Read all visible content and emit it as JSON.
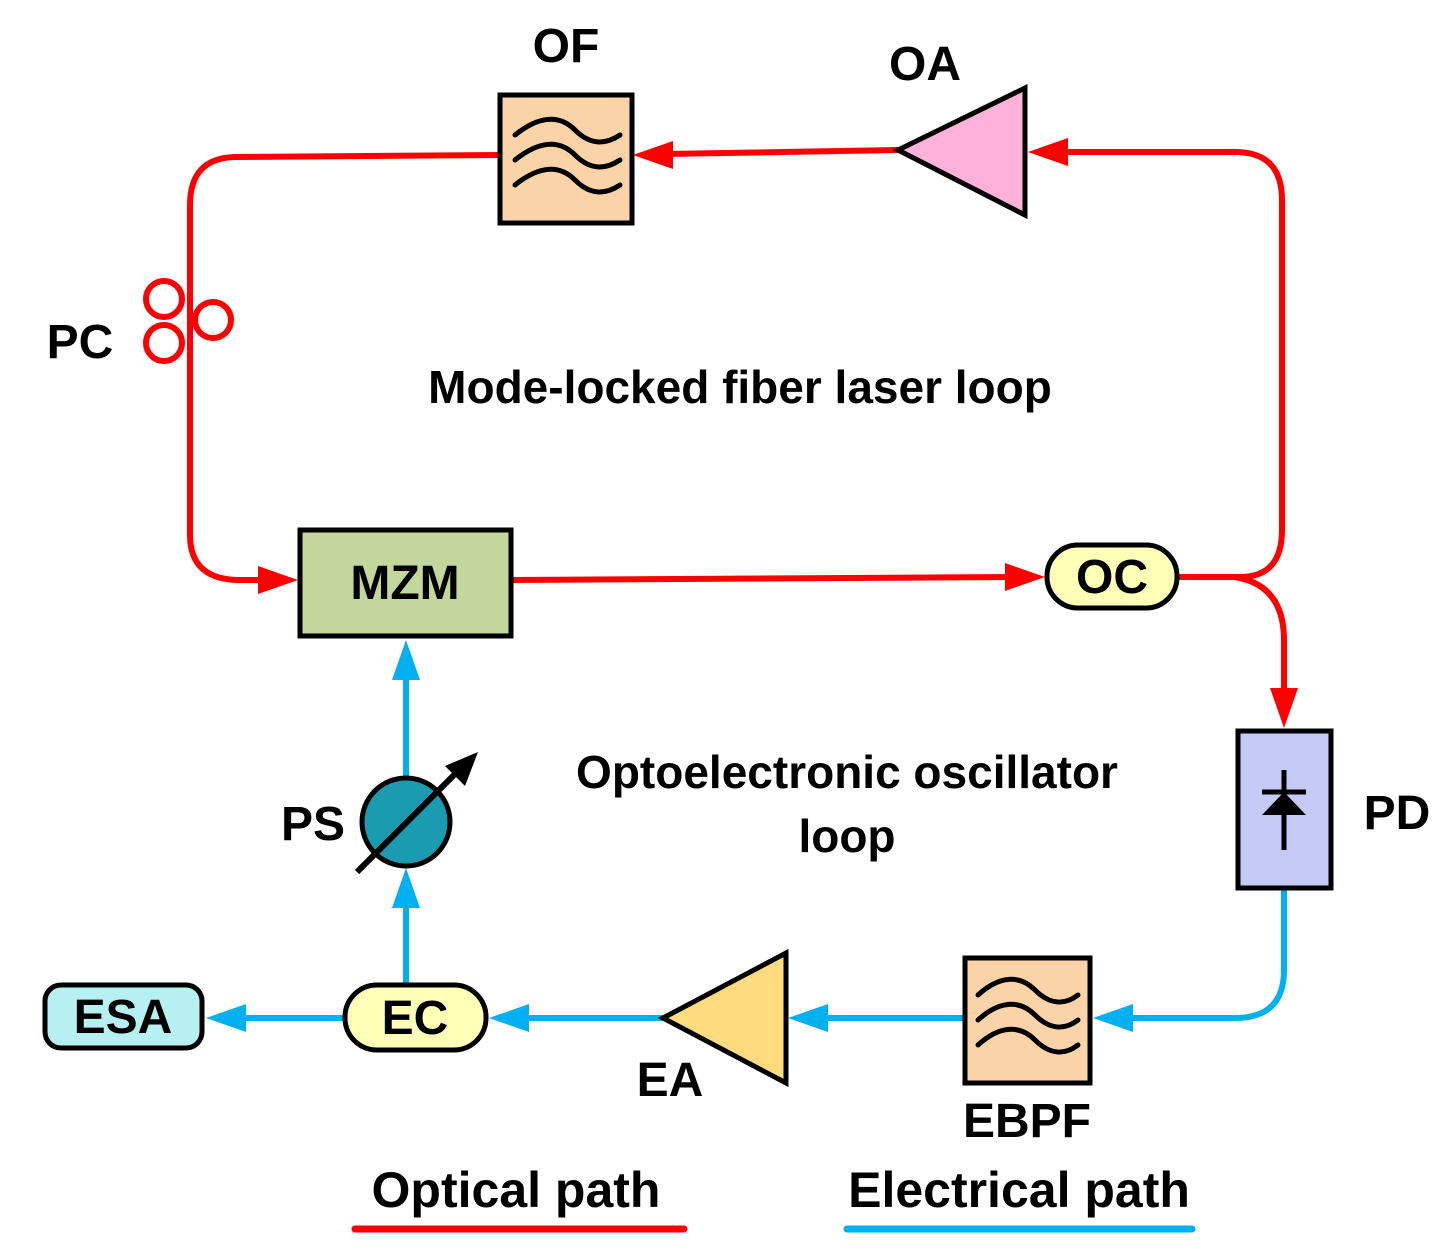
{
  "colors": {
    "optical": "#ff0000",
    "electrical": "#00b0f0",
    "of_fill": "#fbd3a9",
    "oa_fill": "#ffb2d9",
    "mzm_fill": "#c3d69b",
    "oc_fill": "#ffffb7",
    "pd_fill": "#c5c9f5",
    "ebpf_fill": "#fbd3a9",
    "ea_fill": "#fddb7e",
    "ec_fill": "#ffffb7",
    "esa_fill": "#b6f0f0",
    "ps_fill": "#1a9bb0"
  },
  "components": {
    "of": "OF",
    "oa": "OA",
    "pc": "PC",
    "mzm": "MZM",
    "oc": "OC",
    "pd": "PD",
    "ebpf": "EBPF",
    "ea": "EA",
    "ec": "EC",
    "esa": "ESA",
    "ps": "PS"
  },
  "loops": {
    "optical_loop": "Mode-locked fiber laser loop",
    "oeo_loop_line1": "Optoelectronic oscillator",
    "oeo_loop_line2": "loop"
  },
  "legend": {
    "optical": "Optical path",
    "electrical": "Electrical path"
  },
  "icons": {
    "filter": "bandpass-filter-icon",
    "amplifier": "amplifier-triangle-icon",
    "photodiode": "photodiode-icon",
    "phase_shifter": "variable-phase-shifter-icon",
    "polarization_controller": "polarization-controller-icon"
  }
}
